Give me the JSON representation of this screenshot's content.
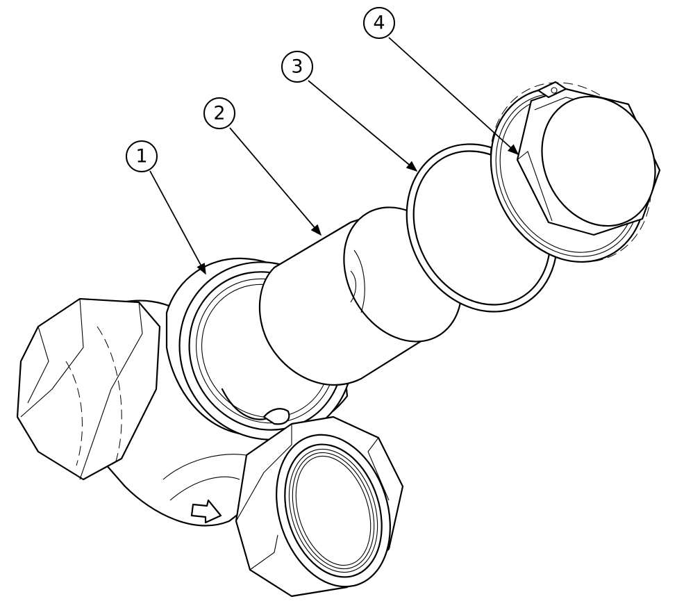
{
  "callouts": [
    {
      "number": "1",
      "part": "strainer-body"
    },
    {
      "number": "2",
      "part": "filter-screen"
    },
    {
      "number": "3",
      "part": "o-ring-seal"
    },
    {
      "number": "4",
      "part": "hex-plug-cap"
    }
  ],
  "icons": {
    "flow_arrow": "flow-direction-arrow-icon"
  },
  "colors": {
    "line": "#000000",
    "background": "#ffffff"
  }
}
